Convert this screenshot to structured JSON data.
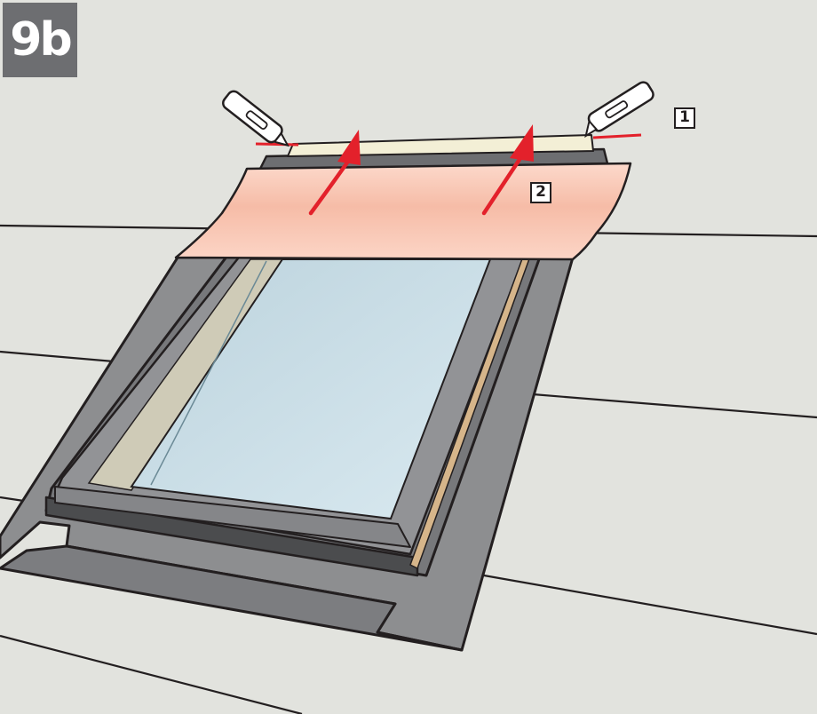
{
  "step": {
    "label": "9b"
  },
  "callouts": [
    {
      "label": "1",
      "meaning": "cut-lines"
    },
    {
      "label": "2",
      "meaning": "peel-off-direction"
    }
  ],
  "colors": {
    "background": "#e2e3de",
    "flashing": "#8d8e90",
    "frame": "#77787b",
    "glass": "#c8dde6",
    "protective_film": "#f8c9b6",
    "cut_line": "#e3212b",
    "arrow": "#e3212b",
    "outline": "#231f20"
  },
  "icons": [
    "utility-knife-icon",
    "utility-knife-icon",
    "arrow-up-icon",
    "arrow-up-icon"
  ]
}
